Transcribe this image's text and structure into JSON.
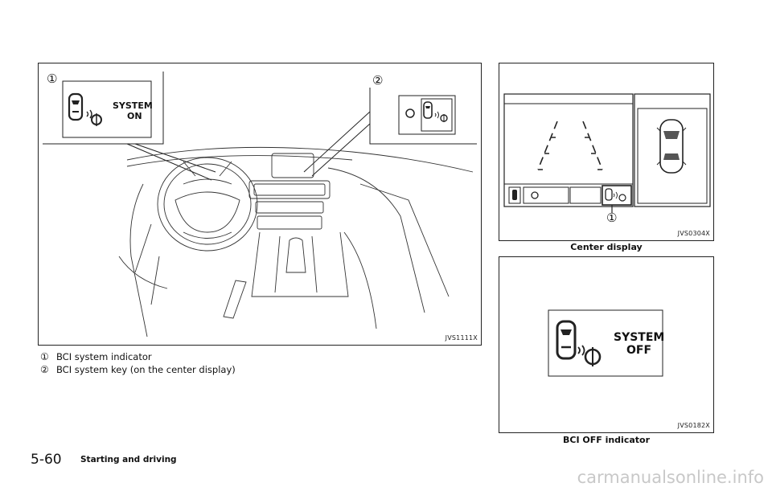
{
  "figure_main": {
    "code": "JVS1111X",
    "callout1_marker": "①",
    "callout2_marker": "②",
    "callout1_text_line1": "SYSTEM",
    "callout1_text_line2": "ON"
  },
  "legend": [
    {
      "marker": "①",
      "text": "BCI system indicator"
    },
    {
      "marker": "②",
      "text": "BCI system key (on the center display)"
    }
  ],
  "figure_center": {
    "code": "JVS0304X",
    "caption": "Center display",
    "marker": "①"
  },
  "figure_off": {
    "code": "JVS0182X",
    "caption": "BCI OFF indicator",
    "text_line1": "SYSTEM",
    "text_line2": "OFF"
  },
  "footer": {
    "page_number": "5-60",
    "section": "Starting and driving"
  },
  "watermark": "carmanualsonline.info"
}
